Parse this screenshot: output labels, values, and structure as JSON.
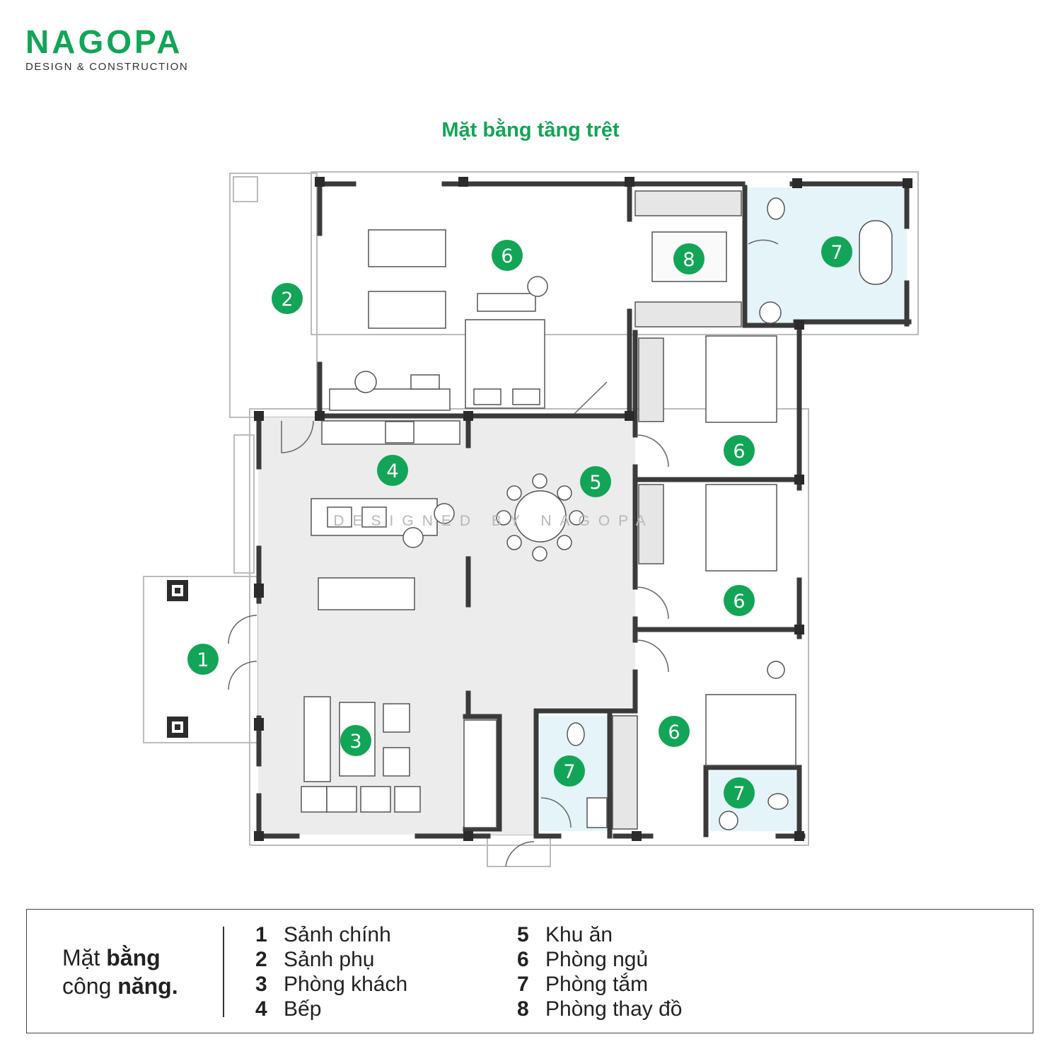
{
  "brand": {
    "name": "NAGOPA",
    "tagline": "DESIGN & CONSTRUCTION",
    "accent": "#13a557"
  },
  "plan": {
    "title": "Mặt bằng tầng trệt",
    "watermark": "DESIGNED BY NAGOPA",
    "markers": [
      "1",
      "2",
      "3",
      "4",
      "5",
      "6",
      "6",
      "6",
      "6",
      "7",
      "7",
      "7",
      "8"
    ]
  },
  "legend": {
    "title_light_1": "Mặt ",
    "title_bold_1": "bằng",
    "title_light_2": "công ",
    "title_bold_2": "năng.",
    "items": [
      {
        "num": "1",
        "label": "Sảnh chính"
      },
      {
        "num": "2",
        "label": "Sảnh phụ"
      },
      {
        "num": "3",
        "label": "Phòng khách"
      },
      {
        "num": "4",
        "label": "Bếp"
      },
      {
        "num": "5",
        "label": "Khu ăn"
      },
      {
        "num": "6",
        "label": "Phòng ngủ"
      },
      {
        "num": "7",
        "label": "Phòng tắm"
      },
      {
        "num": "8",
        "label": "Phòng thay đồ"
      }
    ]
  }
}
